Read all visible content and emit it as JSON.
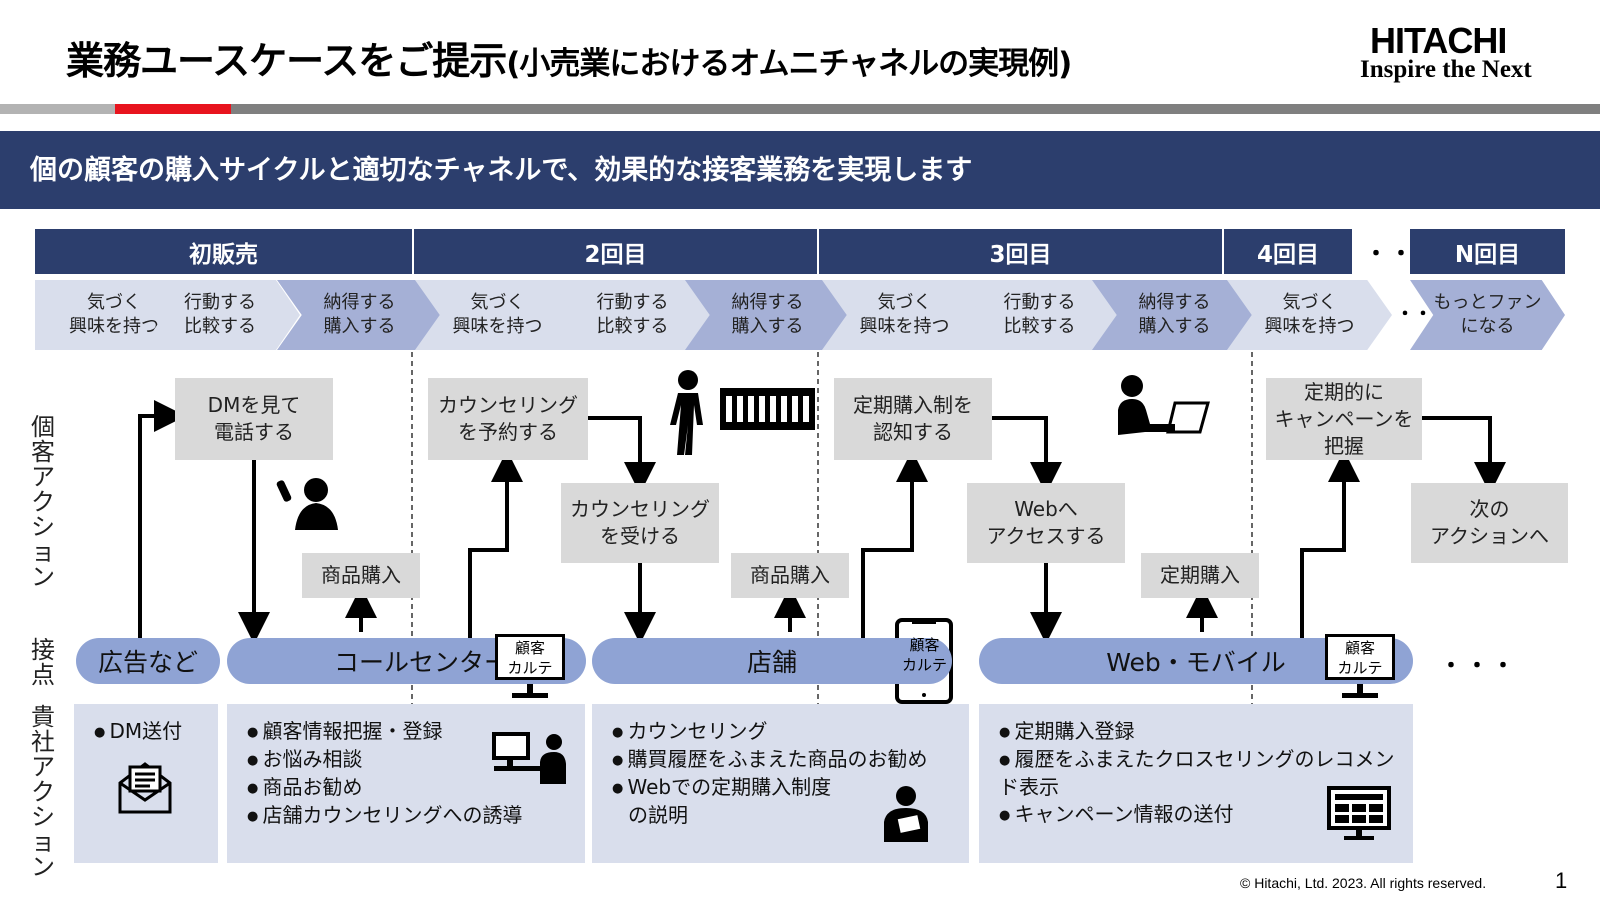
{
  "header": {
    "title_main": "業務ユースケースをご提示",
    "title_sub": "(小売業におけるオムニチャネルの実現例)",
    "logo_name": "HITACHI",
    "logo_tagline": "Inspire the Next"
  },
  "banner": "個の顧客の購入サイクルと適切なチャネルで、効果的な接客業務を実現します",
  "phases": [
    "初販売",
    "2回目",
    "3回目",
    "4回目",
    "N回目"
  ],
  "phase_ellipsis": "・・・",
  "steps": {
    "notice": [
      "気づく",
      "興味を持つ"
    ],
    "act": [
      "行動する",
      "比較する"
    ],
    "buy": [
      "納得する",
      "購入する"
    ],
    "fan": [
      "もっとファン",
      "になる"
    ],
    "ellipsis": "・・"
  },
  "row_labels": {
    "customer": [
      "個",
      "客",
      "ア",
      "ク",
      "シ",
      "ョ",
      "ン"
    ],
    "touch": [
      "接",
      "点"
    ],
    "company": [
      "貴",
      "社",
      "ア",
      "ク",
      "シ",
      "ョ",
      "ン"
    ]
  },
  "customer_actions": {
    "dm_call": [
      "DMを見て",
      "電話する"
    ],
    "counsel_reserve": [
      "カウンセリング",
      "を予約する"
    ],
    "counsel_receive": [
      "カウンセリング",
      "を受ける"
    ],
    "subscription_aware": [
      "定期購入制を",
      "認知する"
    ],
    "web_access": [
      "Webへ",
      "アクセスする"
    ],
    "campaign": [
      "定期的に",
      "キャンペーンを",
      "把握"
    ],
    "next_action": [
      "次の",
      "アクションへ"
    ],
    "purchase_1": "商品購入",
    "purchase_2": "商品購入",
    "purchase_3": "定期購入"
  },
  "touchpoints": {
    "ads": "広告など",
    "call_center": "コールセンター",
    "store": "店舗",
    "web_mobile": "Web・モバイル",
    "ellipsis": "・・・"
  },
  "karte": [
    "顧客",
    "カルテ"
  ],
  "company_actions": {
    "ads": [
      "DM送付"
    ],
    "call_center": [
      "顧客情報把握・登録",
      "お悩み相談",
      "商品お勧め",
      "店舗カウンセリングへの誘導"
    ],
    "store": [
      "カウンセリング",
      "購買履歴をふまえた商品のお勧め",
      "Webでの定期購入制度",
      "の説明"
    ],
    "web": [
      "定期購入登録",
      "履歴をふまえたクロスセリングのレコメンド表示",
      "キャンペーン情報の送付"
    ]
  },
  "footer": {
    "copyright": "© Hitachi, Ltd. 2023. All rights reserved.",
    "page": "1"
  },
  "colors": {
    "navy": "#2c3e6d",
    "chevron_light": "#d9deec",
    "chevron_dark": "#a5b0d6",
    "pill": "#8fa3d4",
    "box_grey": "#d9d9d9",
    "accent_red": "#e8141e"
  },
  "icons": [
    "phone-user-icon",
    "walking-person-icon",
    "store-shelf-icon",
    "laptop-user-icon",
    "monitor-icon",
    "tablet-icon",
    "envelope-icon",
    "desk-operator-icon",
    "clipboard-staff-icon",
    "web-screen-icon"
  ]
}
